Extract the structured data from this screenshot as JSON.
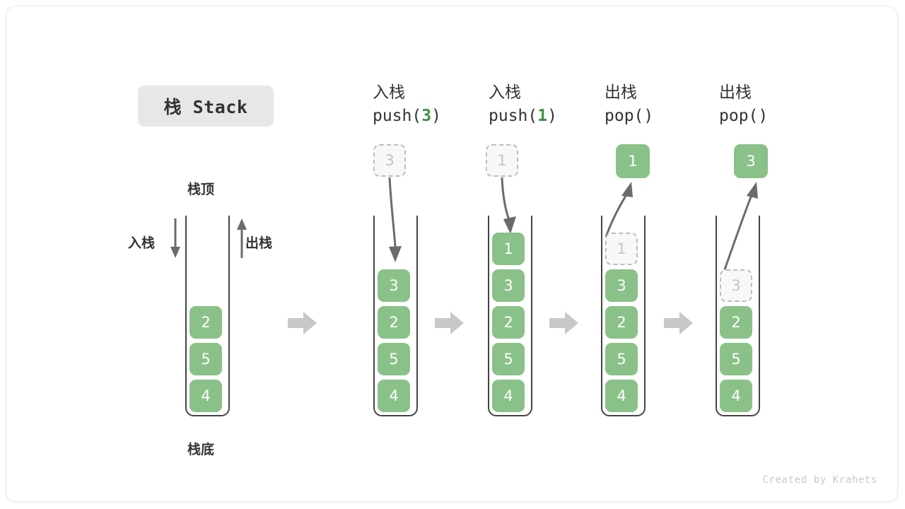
{
  "title": {
    "text": "栈 Stack"
  },
  "labels": {
    "top": "栈顶",
    "bottom": "栈底",
    "push": "入栈",
    "pop": "出栈"
  },
  "colors": {
    "cell_fill": "#8ac188",
    "cell_text": "#ffffff",
    "ghost_fill": "#f8f8f8",
    "ghost_border": "#bdbdbd",
    "ghost_text": "#c4c4c4",
    "wall": "#444444",
    "arrow": "#6b6b6b",
    "flow_arrow": "#c8c8c8",
    "accent_green": "#3f9142",
    "title_chip": "#e7e7e7",
    "text": "#333333"
  },
  "columns": [
    {
      "id": "initial",
      "header_cn": "",
      "header_code": "",
      "header_arg": "",
      "cells": [
        {
          "value": "2",
          "state": "filled"
        },
        {
          "value": "5",
          "state": "filled"
        },
        {
          "value": "4",
          "state": "filled"
        }
      ],
      "external_cell": null,
      "side_labels": {
        "left": "入栈",
        "right": "出栈"
      }
    },
    {
      "id": "push-3",
      "header_cn": "入栈",
      "header_code": "push(3)",
      "header_arg": "3",
      "cells": [
        {
          "value": "3",
          "state": "filled"
        },
        {
          "value": "2",
          "state": "filled"
        },
        {
          "value": "5",
          "state": "filled"
        },
        {
          "value": "4",
          "state": "filled"
        }
      ],
      "external_cell": {
        "value": "3",
        "state": "ghost",
        "direction": "in"
      }
    },
    {
      "id": "push-1",
      "header_cn": "入栈",
      "header_code": "push(1)",
      "header_arg": "1",
      "cells": [
        {
          "value": "1",
          "state": "filled"
        },
        {
          "value": "3",
          "state": "filled"
        },
        {
          "value": "2",
          "state": "filled"
        },
        {
          "value": "5",
          "state": "filled"
        },
        {
          "value": "4",
          "state": "filled"
        }
      ],
      "external_cell": {
        "value": "1",
        "state": "ghost",
        "direction": "in"
      }
    },
    {
      "id": "pop-1",
      "header_cn": "出栈",
      "header_code": "pop()",
      "header_arg": "",
      "cells": [
        {
          "value": "1",
          "state": "ghost"
        },
        {
          "value": "3",
          "state": "filled"
        },
        {
          "value": "2",
          "state": "filled"
        },
        {
          "value": "5",
          "state": "filled"
        },
        {
          "value": "4",
          "state": "filled"
        }
      ],
      "external_cell": {
        "value": "1",
        "state": "filled",
        "direction": "out"
      }
    },
    {
      "id": "pop-3",
      "header_cn": "出栈",
      "header_code": "pop()",
      "header_arg": "",
      "cells": [
        {
          "value": "",
          "state": "empty"
        },
        {
          "value": "3",
          "state": "ghost"
        },
        {
          "value": "2",
          "state": "filled"
        },
        {
          "value": "5",
          "state": "filled"
        },
        {
          "value": "4",
          "state": "filled"
        }
      ],
      "external_cell": {
        "value": "3",
        "state": "filled",
        "direction": "out"
      }
    }
  ],
  "watermark": "Created by Krahets"
}
